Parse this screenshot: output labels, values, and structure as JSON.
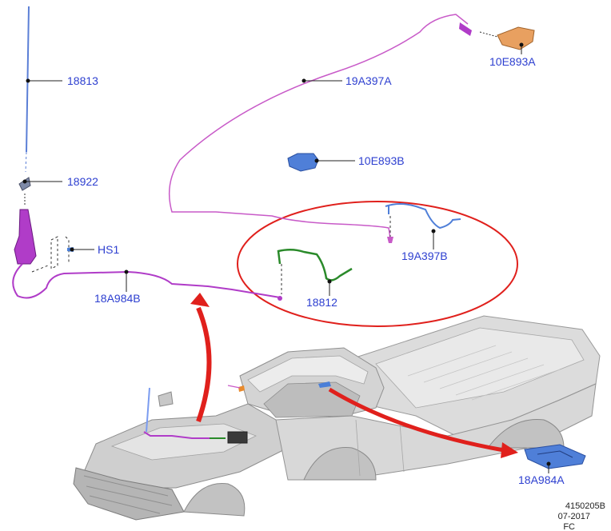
{
  "callouts": {
    "antenna_mast": "18813",
    "antenna_base": "18922",
    "heat_shield": "HS1",
    "antenna_cable": "18A984B",
    "rear_cable": "19A397A",
    "module_a": "10E893A",
    "module_b": "10E893B",
    "cable_b": "19A397B",
    "cable_green": "18812",
    "receiver_module": "18A984A"
  },
  "footer": {
    "illustration_id": "4150205B",
    "date": "07-2017",
    "code": "FC"
  },
  "colors": {
    "callout_text": "#2d3fd0",
    "antenna_blue": "#5b7fd6",
    "harness_purple": "#b03cc8",
    "cable_pink": "#c85ac8",
    "cable_green": "#2a8a2a",
    "detail_circle": "#e0201c",
    "arrow_red": "#e0201c"
  }
}
